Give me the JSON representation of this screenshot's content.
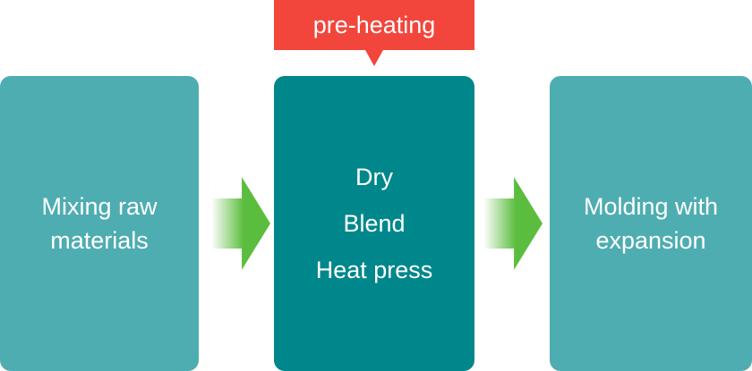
{
  "callout": {
    "label": "pre-heating",
    "color": "#f2463c"
  },
  "steps": [
    {
      "lines": [
        "Mixing raw",
        "materials"
      ],
      "color": "#4eadb1"
    },
    {
      "lines": [
        "Dry",
        "Blend",
        "Heat press"
      ],
      "color": "#00878b"
    },
    {
      "lines": [
        "Molding with",
        "expansion"
      ],
      "color": "#4eadb1"
    }
  ],
  "arrow_color": "#5bbd3d"
}
